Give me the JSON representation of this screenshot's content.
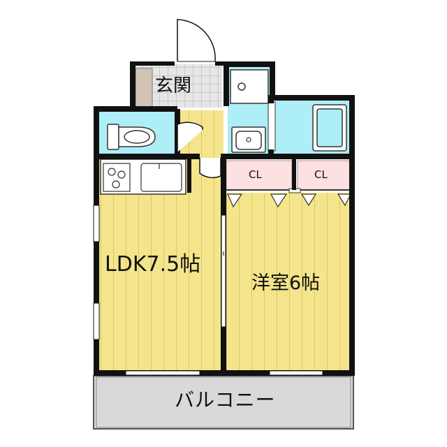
{
  "rooms": {
    "genkan": "玄関",
    "ldk": "LDK7.5帖",
    "western_room": "洋室6帖",
    "balcony": "バルコニー",
    "closet_1": "CL",
    "closet_2": "CL"
  },
  "colors": {
    "wall": "#111111",
    "floor_wood": "#f4e58c",
    "floor_stripe": "#ddc56a",
    "wet_area": "#aeeef6",
    "closet": "#fde0e0",
    "balcony": "#d9d9d9",
    "tile": "#d8d8d8",
    "shoe_box": "#d2c4b4"
  }
}
